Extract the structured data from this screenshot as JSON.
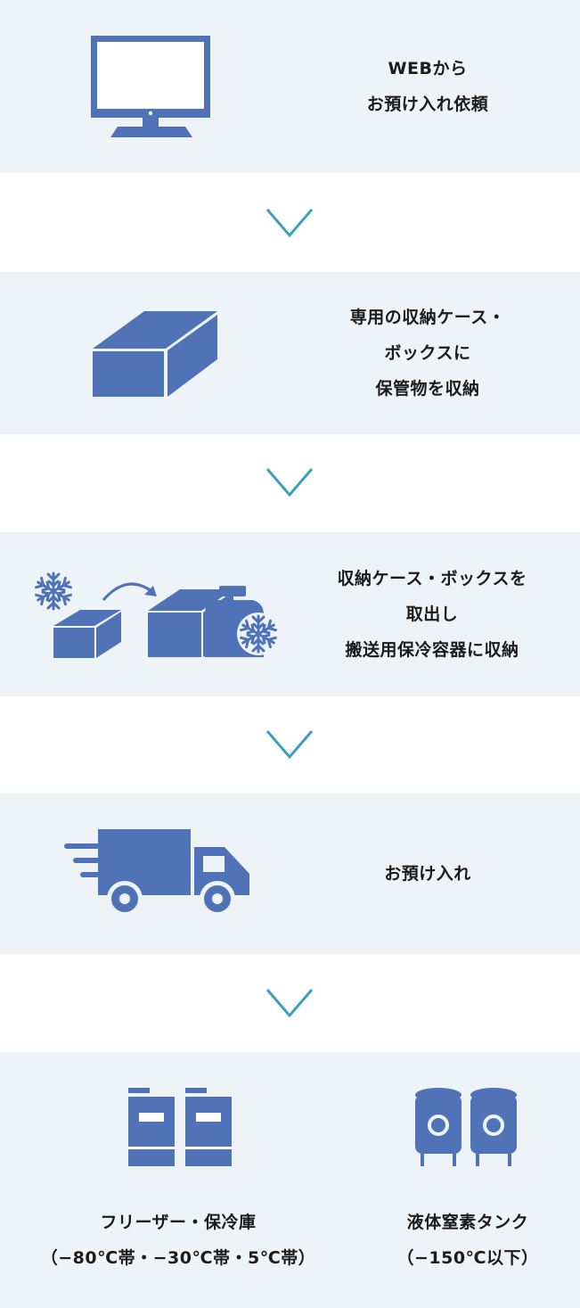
{
  "colors": {
    "panel_bg": "#eef3f7",
    "icon_fill": "#5073b8",
    "arrow": "#3a9fc0"
  },
  "steps": [
    {
      "icon": "monitor-icon",
      "lines": [
        "WEBから",
        "お預け入れ依頼"
      ]
    },
    {
      "icon": "box-icon",
      "lines": [
        "専用の収納ケース・",
        "ボックスに",
        "保管物を収納"
      ]
    },
    {
      "icon": "box-transfer-icon",
      "lines": [
        "収納ケース・ボックスを",
        "取出し",
        "搬送用保冷容器に収納"
      ]
    },
    {
      "icon": "delivery-truck-icon",
      "lines": [
        "お預け入れ"
      ]
    }
  ],
  "storage": [
    {
      "icon": "freezer-icon",
      "lines": [
        "フリーザー・保冷庫",
        "（−80℃帯・−30℃帯・5℃帯）"
      ]
    },
    {
      "icon": "liquid-nitrogen-tank-icon",
      "lines": [
        "液体窒素タンク",
        "（−150℃以下）"
      ]
    }
  ]
}
